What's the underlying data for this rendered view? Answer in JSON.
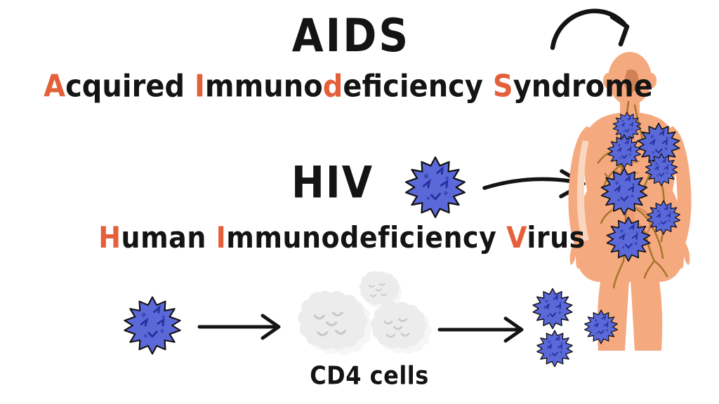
{
  "meta": {
    "background_color": "#ffffff",
    "accent_orange": "#E4603A",
    "text_black": "#141414",
    "virus_blue": "#5B68D8",
    "virus_blue_dark": "#2C3BA8",
    "cd4_grey": "#ECECEC",
    "cd4_shadow": "#B8B8B8",
    "skin": "#F5A97F",
    "skin_shade": "#E9906A",
    "lymph_brown": "#A8762F"
  },
  "headings": {
    "aids": {
      "title": "AIDS",
      "subtitle_parts": [
        {
          "text": "A",
          "accent": true
        },
        {
          "text": "cquired ",
          "accent": false
        },
        {
          "text": "I",
          "accent": true
        },
        {
          "text": "mmuno",
          "accent": false
        },
        {
          "text": "d",
          "accent": true
        },
        {
          "text": "eficiency ",
          "accent": false
        },
        {
          "text": "S",
          "accent": true
        },
        {
          "text": "yndrome",
          "accent": false
        }
      ],
      "subtitle_plain": "Acquired Immunodeficiency Syndrome"
    },
    "hiv": {
      "title": "HIV",
      "subtitle_parts": [
        {
          "text": "H",
          "accent": true
        },
        {
          "text": "uman ",
          "accent": false
        },
        {
          "text": "I",
          "accent": true
        },
        {
          "text": "mmunodeficiency ",
          "accent": false
        },
        {
          "text": "V",
          "accent": true
        },
        {
          "text": "irus",
          "accent": false
        }
      ],
      "subtitle_plain": "Human Immunodeficiency Virus"
    }
  },
  "labels": {
    "cd4_cells": "CD4 cells"
  },
  "diagram": {
    "arrows": [
      {
        "name": "curved-arrow-to-body",
        "style": "curved-down-right"
      },
      {
        "name": "arrow-hiv-to-body",
        "style": "slight-curve-right"
      },
      {
        "name": "arrow-virus-to-cd4",
        "style": "straight-right"
      },
      {
        "name": "arrow-cd4-to-viruses",
        "style": "straight-right"
      }
    ],
    "virus_particles": {
      "hiv_headline": 1,
      "bottom_left": 1,
      "bottom_right_group": 3,
      "on_body": 7
    },
    "cd4_cells_count": 3,
    "human_figure": {
      "name": "human-body-silhouette",
      "description": "headless-view torso with lymphatic system"
    }
  }
}
